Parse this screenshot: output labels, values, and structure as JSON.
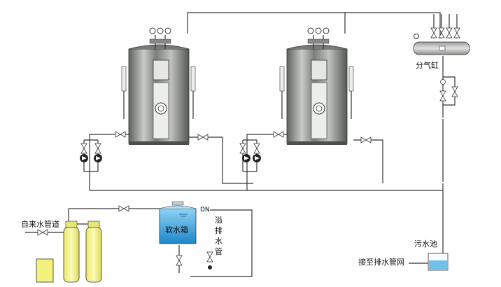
{
  "labels": {
    "tap_water": "自来水管道",
    "soft_tank": "软水箱",
    "dn": "DN",
    "overflow": [
      "溢",
      "排",
      "水",
      "管"
    ],
    "header": "分气缸",
    "sewage_pool": "污水池",
    "drain_net": "接至排水管网"
  },
  "colors": {
    "boiler_dark": "#6b6f6c",
    "boiler_light": "#d9dbd8",
    "tank_blue": "#3aa6df",
    "softener_yellow": "#f6f58a",
    "pump_black": "#222222",
    "pipe": "#333333"
  },
  "icons": [
    "valve-icon",
    "pressure-gauge-icon",
    "pump-icon",
    "check-valve-icon",
    "boiler",
    "water-level-gauge-icon"
  ]
}
